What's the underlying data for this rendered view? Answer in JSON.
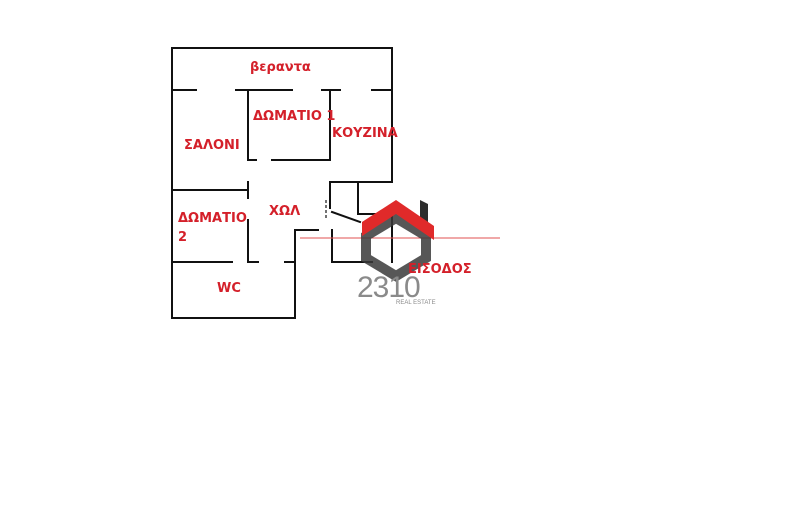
{
  "rooms": {
    "veranda": "βεραντα",
    "bedroom1": "ΔΩΜΑΤΙΟ 1",
    "kitchen": "ΚΟΥΖΙΝΑ",
    "living_room": "ΣΑΛΟΝΙ",
    "hall": "ΧΩΛ",
    "bedroom2_line1": "ΔΩΜΑΤΙΟ",
    "bedroom2_line2": "2",
    "wc": "WC",
    "entrance": "ΕΙΣΟΔΟΣ"
  },
  "logo": {
    "number": "2310",
    "subtitle": "REAL ESTATE",
    "accent_color": "#e02a2a",
    "dark_color": "#3a3a3a"
  },
  "colors": {
    "label": "#d4202a",
    "wall": "#111111"
  }
}
